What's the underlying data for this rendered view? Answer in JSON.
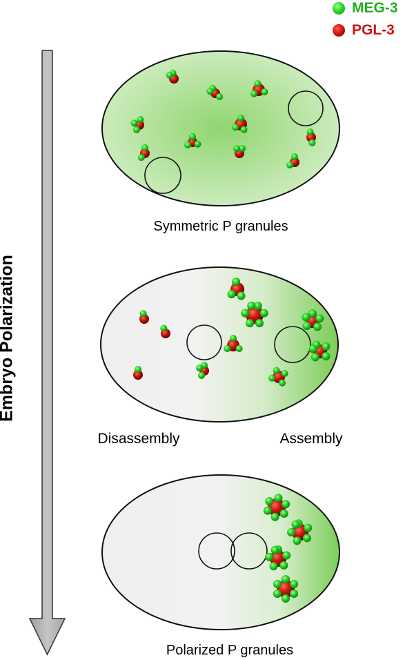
{
  "legend": {
    "items": [
      {
        "label": "MEG-3",
        "color": "#1fb21f",
        "marker": "green-sphere"
      },
      {
        "label": "PGL-3",
        "color": "#cc1414",
        "marker": "red-sphere"
      }
    ]
  },
  "axis": {
    "label": "Embryo Polarization",
    "arrow_color": "#b3b3b3",
    "arrow_direction": "down"
  },
  "stages": [
    {
      "caption": "Symmetric P granules",
      "fill": "uniform green"
    },
    {
      "caption": "",
      "left_label": "Disassembly",
      "right_label": "Assembly",
      "fill": "green gradient toward right"
    },
    {
      "caption": "Polarized P granules",
      "fill": "green gradient toward right"
    }
  ],
  "colors": {
    "meg3_green": "#2fd62a",
    "pgl3_red": "#d11a10",
    "cytoplasm_green": "#8fd66f",
    "cytoplasm_gray": "#efefef"
  }
}
